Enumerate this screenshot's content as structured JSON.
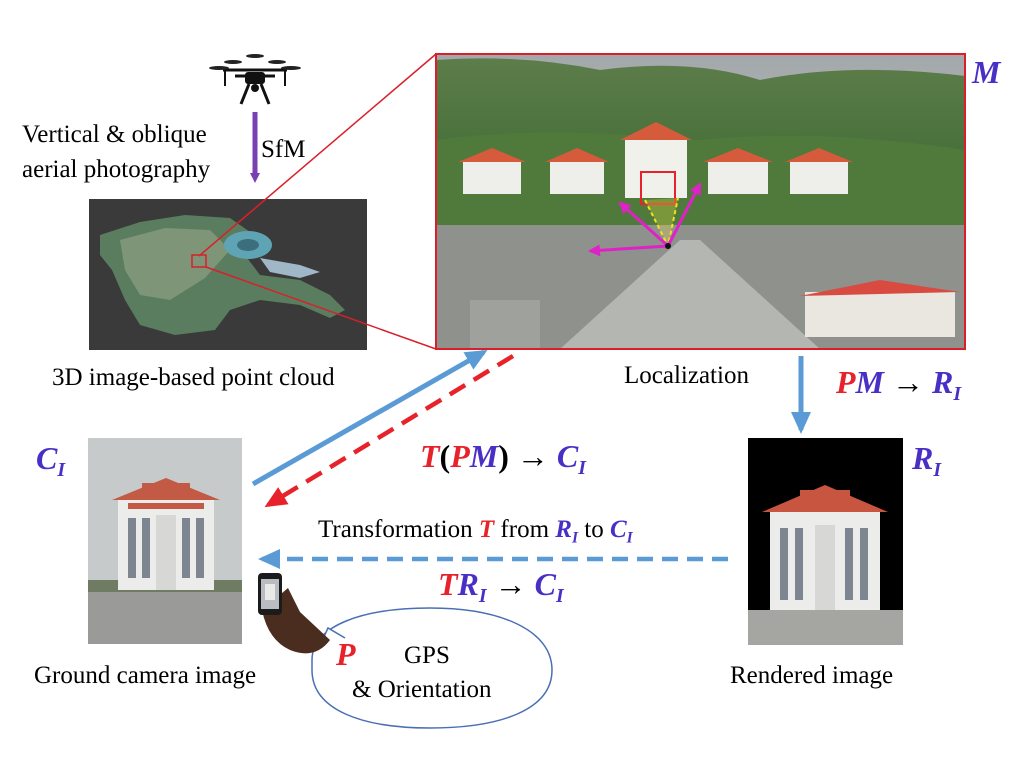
{
  "labels": {
    "aerial_line1": "Vertical & oblique",
    "aerial_line2": "aerial photography",
    "sfm": "SfM",
    "point_cloud": "3D image-based point cloud",
    "localization": "Localization",
    "ground_image": "Ground camera image",
    "rendered_image": "Rendered image",
    "transform_prefix": "Transformation",
    "transform_from": "from",
    "transform_to": "to",
    "gps_line1": "GPS",
    "gps_line2": "& Orientation"
  },
  "symbols": {
    "M": "M",
    "C": "C",
    "R": "R",
    "I": "I",
    "P": "P",
    "T": "T",
    "arrow": "→",
    "open_paren": "(",
    "close_paren": ")"
  },
  "colors": {
    "symbol_blue": "#4a2fc6",
    "symbol_red": "#e8222a",
    "arrow_blue": "#5b9bd5",
    "arrow_red_dashed": "#e8222a",
    "arrow_purple": "#7a3fb0",
    "magenta": "#e021c8",
    "frame_red": "#d9202a"
  },
  "icons": [
    "drone-icon",
    "phone-in-hand-icon"
  ]
}
